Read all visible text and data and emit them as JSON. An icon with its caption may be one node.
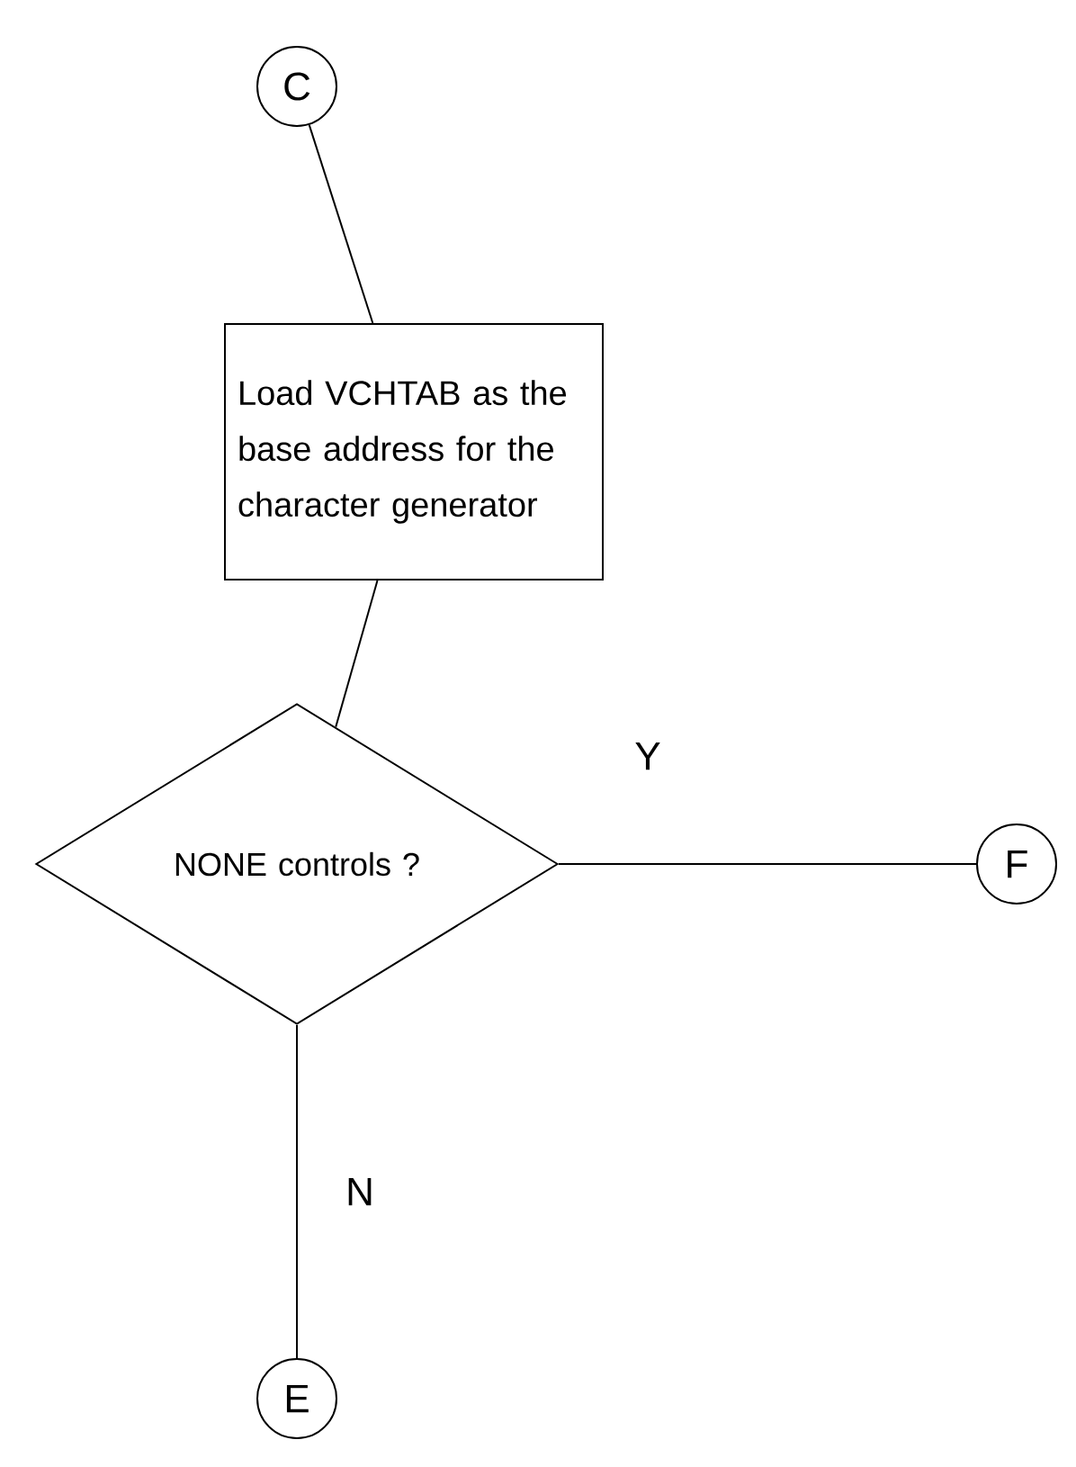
{
  "diagram": {
    "nodes": [
      {
        "text": [
          "C"
        ]
      },
      {
        "text": [
          "Load VCHTAB as the base address for the character generator"
        ]
      },
      {
        "text": [
          "NONE controls ?"
        ]
      },
      {
        "text": [
          "F"
        ]
      },
      {
        "text": [
          "E"
        ]
      }
    ],
    "edges": [
      {
        "from": 0,
        "to": 1,
        "arrow": "none"
      },
      {
        "from": 1,
        "to": 2,
        "arrow": "none"
      },
      {
        "from": 2,
        "to": 3,
        "arrow": "none",
        "label": "Y"
      },
      {
        "from": 2,
        "to": 4,
        "arrow": "none",
        "label": "N"
      }
    ]
  }
}
